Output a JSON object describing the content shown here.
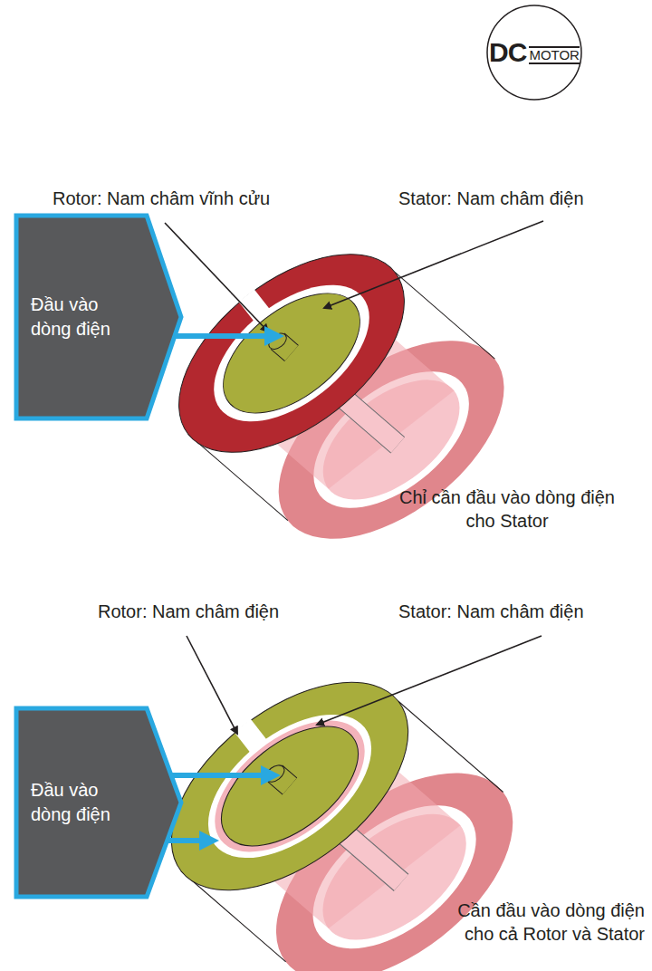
{
  "diagram": {
    "nodes": [
      {
        "text": [
          "DC",
          "MOTOR"
        ]
      },
      {
        "text": [
          "Đầu vào dòng điện"
        ]
      },
      {
        "text": [
          "Đầu vào dòng điện"
        ]
      }
    ],
    "labels": [
      "Rotor: Nam châm vĩnh cửu",
      "Stator: Nam châm điện",
      "Chỉ cần đầu vào dòng điện cho Stator",
      "Rotor: Nam châm điện",
      "Stator: Nam châm điện",
      "Cần đầu vào dòng điện cho cả Rotor và Stator"
    ]
  }
}
